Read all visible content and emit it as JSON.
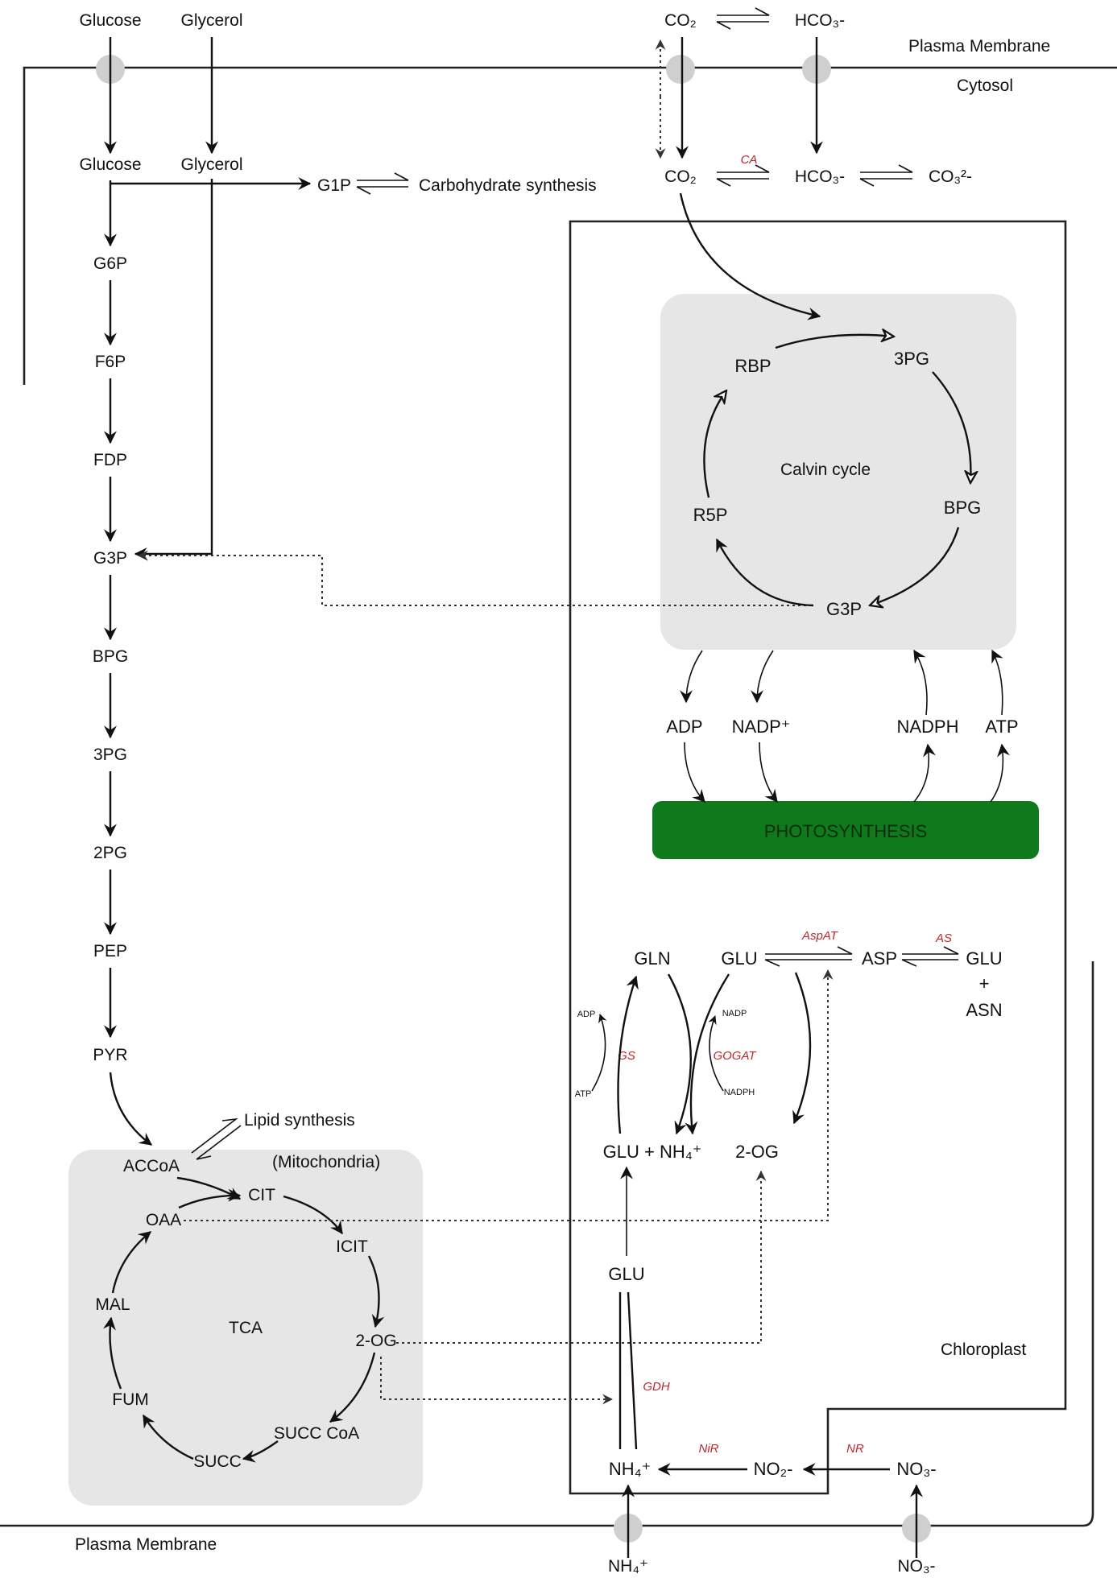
{
  "colors": {
    "compartment_fill": "#e6e6e6",
    "photosynthesis_fill": "#0e7a1c",
    "enzyme_text": "#c0282d",
    "line": "#111111",
    "transporter": "#cfcfcf"
  },
  "membranes": {
    "plasma_top": "Plasma Membrane",
    "plasma_bottom": "Plasma Membrane",
    "cytosol": "Cytosol",
    "chloroplast": "Chloroplast",
    "mitochondria": "(Mitochondria)"
  },
  "external": {
    "glucose": "Glucose",
    "glycerol": "Glycerol",
    "co2": "CO₂",
    "hco3": "HCO₃-",
    "nh4": "NH₄⁺",
    "no3": "NO₃-"
  },
  "cytosol": {
    "glucose": "Glucose",
    "glycerol": "Glycerol",
    "g1p": "G1P",
    "carb_synth": "Carbohydrate synthesis",
    "co2": "CO₂",
    "hco3": "HCO₃-",
    "co3": "CO₃²-",
    "enzyme_ca": "CA"
  },
  "glycolysis": [
    "G6P",
    "F6P",
    "FDP",
    "G3P",
    "BPG",
    "3PG",
    "2PG",
    "PEP",
    "PYR"
  ],
  "lipid_synthesis": "Lipid synthesis",
  "tca": {
    "center": "TCA",
    "accoa": "ACCoA",
    "cit": "CIT",
    "icit": "ICIT",
    "og": "2-OG",
    "succcoa": "SUCC CoA",
    "succ": "SUCC",
    "fum": "FUM",
    "mal": "MAL",
    "oaa": "OAA"
  },
  "calvin": {
    "center": "Calvin cycle",
    "rbp": "RBP",
    "pg3": "3PG",
    "bpg": "BPG",
    "g3p": "G3P",
    "r5p": "R5P"
  },
  "energy": {
    "adp": "ADP",
    "nadp": "NADP⁺",
    "nadph": "NADPH",
    "atp": "ATP",
    "photosynthesis": "PHOTOSYNTHESIS"
  },
  "nitrogen": {
    "gln": "GLN",
    "glu": "GLU",
    "asp": "ASP",
    "glu_asn_glu": "GLU",
    "plus": "+",
    "asn": "ASN",
    "glu_nh4": "GLU + NH₄⁺",
    "og": "2-OG",
    "glu_low": "GLU",
    "nh4": "NH₄⁺",
    "no2": "NO₂-",
    "no3": "NO₃-",
    "adp_small": "ADP",
    "atp_small": "ATP",
    "nadp_small": "NADP",
    "nadph_small": "NADPH"
  },
  "enzymes": {
    "aspat": "AspAT",
    "as": "AS",
    "gs": "GS",
    "gogat": "GOGAT",
    "gdh": "GDH",
    "nir": "NiR",
    "nr": "NR"
  }
}
